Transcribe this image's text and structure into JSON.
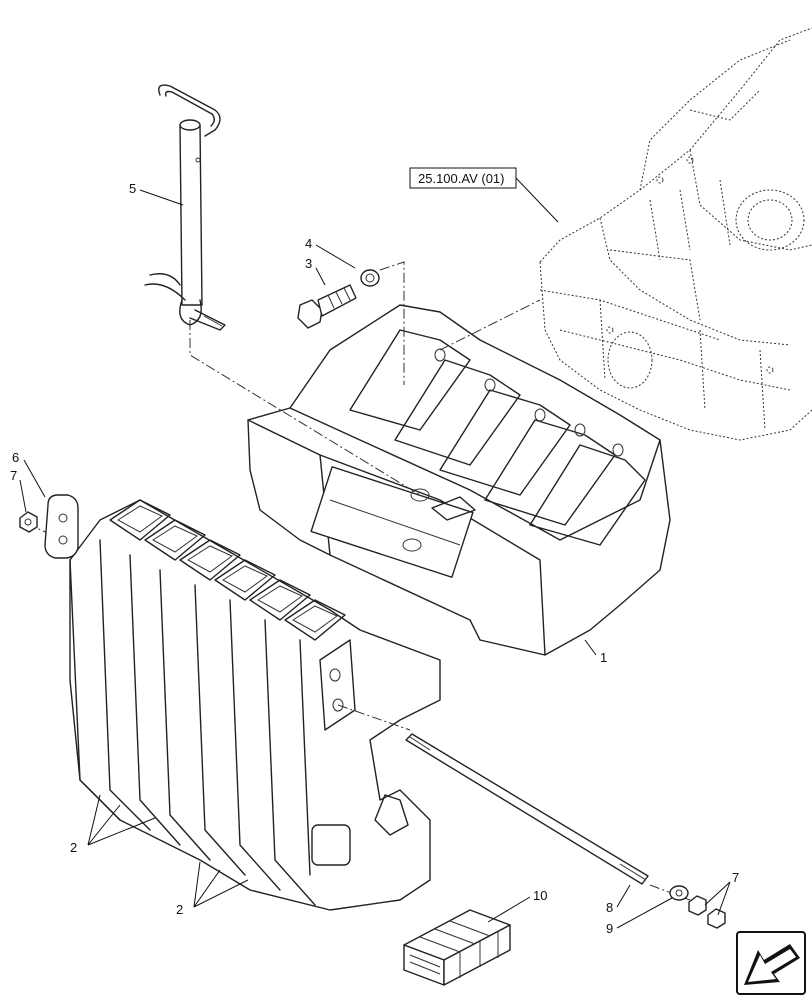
{
  "reference": {
    "text": "25.100.AV (01)"
  },
  "callouts": [
    {
      "id": "c1",
      "text": "1"
    },
    {
      "id": "c2a",
      "text": "2"
    },
    {
      "id": "c2b",
      "text": "2"
    },
    {
      "id": "c3",
      "text": "3"
    },
    {
      "id": "c4",
      "text": "4"
    },
    {
      "id": "c5",
      "text": "5"
    },
    {
      "id": "c6",
      "text": "6"
    },
    {
      "id": "c7a",
      "text": "7"
    },
    {
      "id": "c7b",
      "text": "7"
    },
    {
      "id": "c8",
      "text": "8"
    },
    {
      "id": "c9",
      "text": "9"
    },
    {
      "id": "c10",
      "text": "10"
    }
  ],
  "nav_icon": "arrow-down-left-icon"
}
